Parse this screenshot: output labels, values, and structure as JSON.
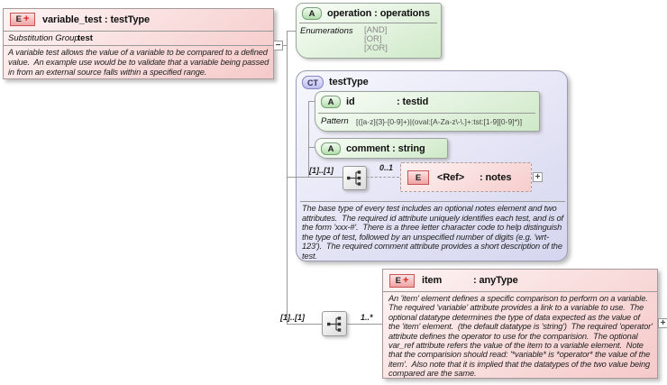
{
  "icons": {
    "element": "E",
    "plus": "+",
    "attribute": "A",
    "minus": "−",
    "expand": "+"
  },
  "variable_test": {
    "title": "variable_test : testType",
    "substitution_label": "Substitution Group",
    "substitution_value": "test",
    "annotation_lines": [
      "A variable test allows the value of a variable to be compared to a defined",
      "value.  An example use would be to validate that a variable being passed",
      "in from an external source falls within a specified range."
    ]
  },
  "operation_attr": {
    "title": "operation : operations",
    "enum_label": "Enumerations",
    "enum_values": [
      "[AND]",
      "[OR]",
      "[XOR]"
    ]
  },
  "test_type": {
    "badge": "CT",
    "title": "testType",
    "id_attr": {
      "name": "id",
      "type": ": testid",
      "pattern_label": "Pattern",
      "pattern_value": "[([a-z]{3}-[0-9]+)|(oval:[A-Za-z\\-\\.]+:tst:[1-9][0-9]*)]"
    },
    "comment_attr": {
      "title": "comment : string"
    },
    "seq_cardinality": "[1]..[1]",
    "notes_cardinality": "0..1",
    "notes_element": {
      "name": "<Ref>",
      "type": ": notes"
    },
    "annotation_lines": [
      "The base type of every test includes an optional notes element and two",
      "attributes.  The required id attribute uniquely identifies each test, and is of",
      "the form 'xxx-#'.  There is a three letter character code to help distinguish",
      "the type of test, followed by an unspecified number of digits (e.g. 'wrt-",
      "123').  The required comment attribute provides a short description of the",
      "test."
    ]
  },
  "item_sequence": {
    "cardinality_left": "[1]..[1]",
    "cardinality_right": "1..*"
  },
  "item": {
    "name": "item",
    "type": ": anyType",
    "annotation_lines": [
      "An 'item' element defines a specific comparison to perform on a variable.",
      "The required 'variable' attribute provides a link to a variable to use.  The",
      "optional datatype determines the type of data expected as the value of",
      "the 'item' element.  (the default datatype is 'string')  The required 'operator'",
      "attribute defines the operator to use for the comparision.  The optional",
      "var_ref attribute refers the value of the item to a variable element.  Note",
      "that the comparision should read: '*variable* is *operator* the value of the",
      "item'.  Also note that it is implied that the datatypes of the two value being",
      "compared are the same."
    ]
  }
}
